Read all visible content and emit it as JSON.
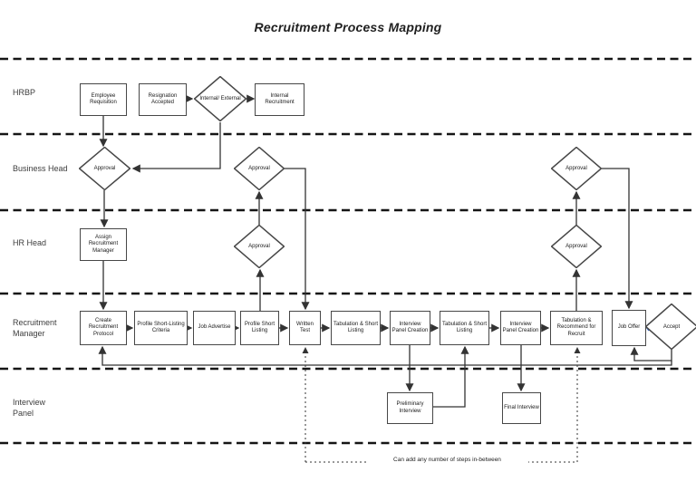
{
  "title": "Recruitment Process Mapping",
  "annotation": "Can add any number of steps in-between",
  "lanes": [
    {
      "label": "HRBP"
    },
    {
      "label": "Business Head"
    },
    {
      "label": "HR Head"
    },
    {
      "label": "Recruitment Manager"
    },
    {
      "label": "Interview Panel"
    }
  ],
  "nodes": {
    "employee_requisition": {
      "type": "process",
      "label": "Employee Requisition"
    },
    "resignation_accepted": {
      "type": "process",
      "label": "Resignation Accepted"
    },
    "internal_external": {
      "type": "decision",
      "label": "Internal/ External"
    },
    "internal_recruitment": {
      "type": "process",
      "label": "Internal Recruitment"
    },
    "approval_bh_left": {
      "type": "decision",
      "label": "Approval"
    },
    "approval_bh_mid": {
      "type": "decision",
      "label": "Approval"
    },
    "approval_bh_right": {
      "type": "decision",
      "label": "Approval"
    },
    "approval_hr_mid": {
      "type": "decision",
      "label": "Approval"
    },
    "approval_hr_right": {
      "type": "decision",
      "label": "Approval"
    },
    "assign_recruitment_manager": {
      "type": "process",
      "label": "Assign Recruitment Manager"
    },
    "create_recruitment_protocol": {
      "type": "process",
      "label": "Create Recruitment Protocol"
    },
    "profile_shortlisting_criteria": {
      "type": "process",
      "label": "Profile Short-Listing Criteria"
    },
    "job_advertise": {
      "type": "process",
      "label": "Job Advertise"
    },
    "profile_short_listing": {
      "type": "process",
      "label": "Profile Short Listing"
    },
    "written_test": {
      "type": "process",
      "label": "Written Test"
    },
    "tabulation_short_listing_1": {
      "type": "process",
      "label": "Tabulation & Short Listing"
    },
    "interview_panel_creation_1": {
      "type": "process",
      "label": "Interview Panel Creation"
    },
    "tabulation_short_listing_2": {
      "type": "process",
      "label": "Tabulation & Short Listing"
    },
    "interview_panel_creation_2": {
      "type": "process",
      "label": "Interview Panel Creation"
    },
    "tabulation_recommend": {
      "type": "process",
      "label": "Tabulation & Recommend for Recruit"
    },
    "job_offer": {
      "type": "process",
      "label": "Job Offer"
    },
    "accept": {
      "type": "decision",
      "label": "Accept"
    },
    "preliminary_interview": {
      "type": "process",
      "label": "Preliminary Interview"
    },
    "final_interview": {
      "type": "process",
      "label": "Final Interview"
    }
  },
  "colors": {
    "line": "#333333",
    "border": "#474747",
    "glue_point": "#3b6fd4"
  }
}
